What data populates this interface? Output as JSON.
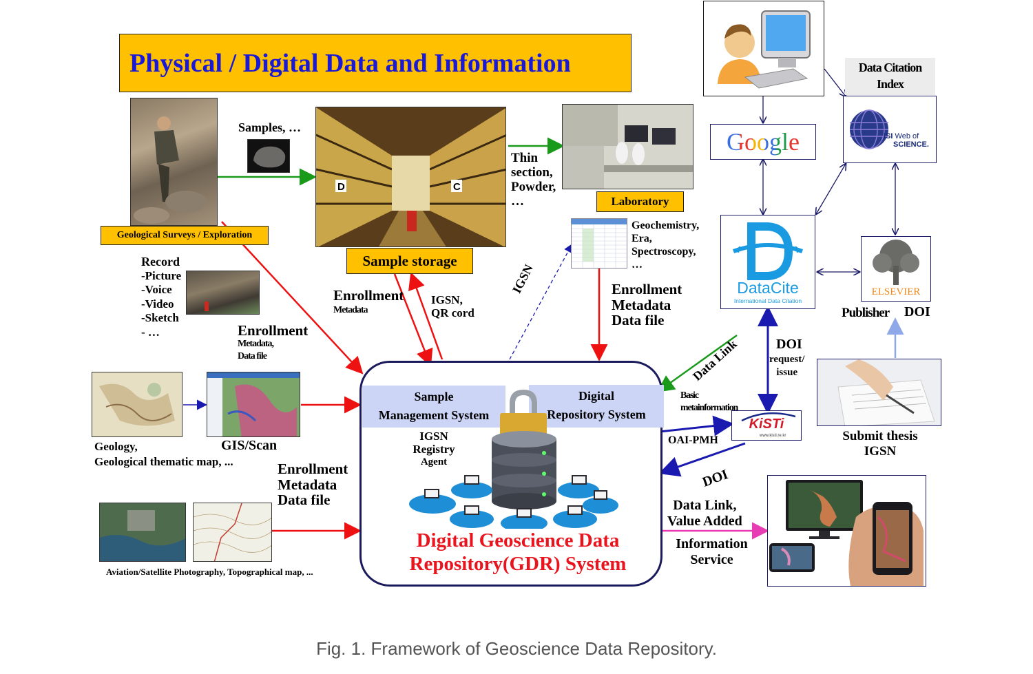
{
  "title": "Physical / Digital Data and Information",
  "caption": "Fig. 1. Framework of Geoscience Data Repository.",
  "colors": {
    "title_bg": "#ffc000",
    "title_text": "#1a1ad6",
    "red_arrow": "#ee1111",
    "green_arrow": "#1a9a1a",
    "blue_arrow": "#1a1ab0",
    "gdr_title": "#e8141e",
    "pink_arrow": "#e83cb4"
  },
  "sources": {
    "survey_label": "Geological Surveys / Exploration",
    "samples_label": "Samples, …",
    "storage_label": "Sample storage",
    "thin_section": [
      "Thin",
      "section,",
      "Powder,",
      "…"
    ],
    "laboratory_label": "Laboratory",
    "geochem": [
      "Geochemistry,",
      "Era,",
      "Spectroscopy,",
      "…"
    ],
    "record": {
      "title": "Record",
      "items": [
        "-Picture",
        "-Voice",
        "-Video",
        "-Sketch",
        "- …"
      ]
    },
    "geology_caption": [
      "Geology,",
      "Geological thematic map, ..."
    ],
    "gis_label": "GIS/Scan",
    "aviation_caption": "Aviation/Satellite Photography, Topographical map, ..."
  },
  "flows": {
    "enroll_storage": {
      "title": "Enrollment",
      "sub": "Metadata"
    },
    "igsn_qr": [
      "IGSN,",
      "QR cord"
    ],
    "igsn_lab": "IGSN",
    "enroll_lab": [
      "Enrollment",
      "Metadata",
      "Data file"
    ],
    "enroll_record": {
      "title": "Enrollment",
      "sub": [
        "Metadata,",
        "Data file"
      ]
    },
    "enroll_maps": [
      "Enrollment",
      "Metadata",
      "Data file"
    ],
    "data_link": "Data Link",
    "doi_request": {
      "title": "DOI",
      "sub": [
        "request/",
        "issue"
      ]
    },
    "basic_meta": [
      "Basic",
      "metainformation"
    ],
    "oai": "OAI-PMH",
    "doi_back": "DOI",
    "value_added": [
      "Data Link,",
      "Value Added"
    ],
    "info_service": [
      "Information",
      "Service"
    ]
  },
  "gdr": {
    "sample_mgmt": [
      "Sample",
      "Management System"
    ],
    "digital_repo": [
      "Digital",
      "Repository System"
    ],
    "agent": [
      "IGSN",
      "Registry",
      "Agent"
    ],
    "title": [
      "Digital Geoscience Data",
      "Repository(GDR) System"
    ]
  },
  "external": {
    "google": "Google",
    "dci_title": [
      "Data Citation",
      "Index"
    ],
    "isi": [
      "ISI",
      "Web of",
      "SCIENCE."
    ],
    "datacite": "DataCite",
    "datacite_sub": "International Data Citation",
    "elsevier": "ELSEVIER",
    "publisher": "Publisher",
    "doi": "DOI",
    "kisti": "KiSTi",
    "kisti_url": "www.kisti.re.kr",
    "submit": [
      "Submit thesis",
      "IGSN"
    ]
  }
}
